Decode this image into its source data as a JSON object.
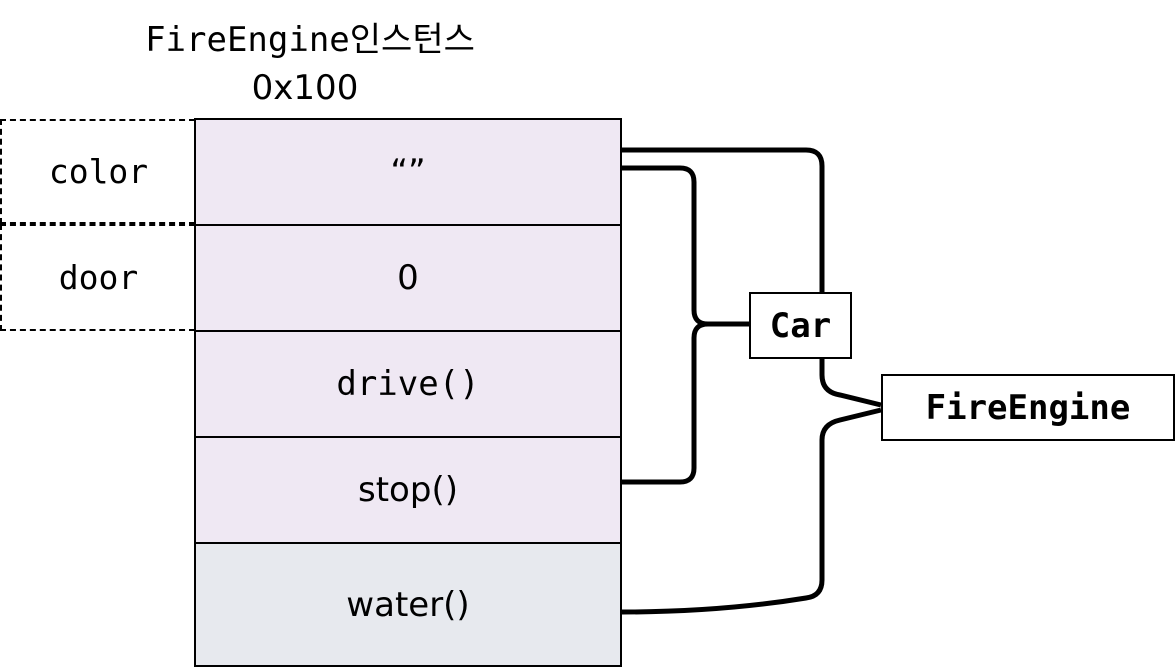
{
  "title": {
    "name": "FireEngine인스턴스",
    "address": "0x100"
  },
  "fields": [
    {
      "name": "color"
    },
    {
      "name": "door"
    }
  ],
  "cells": [
    {
      "value": "“”"
    },
    {
      "value": "0"
    },
    {
      "value": "drive()"
    },
    {
      "value": "stop()"
    },
    {
      "value": "water()"
    }
  ],
  "classes": {
    "parent": "Car",
    "child": "FireEngine"
  },
  "colors": {
    "inherited_fill": "#efe8f3",
    "own_fill": "#e7e9ee"
  }
}
